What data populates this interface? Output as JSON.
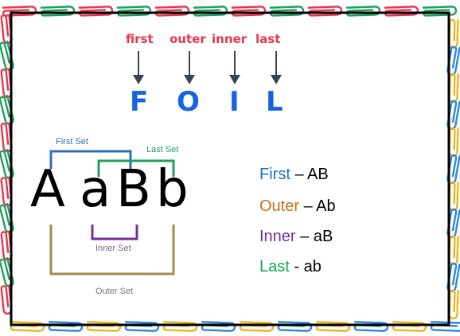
{
  "foil_words": [
    {
      "text": "first"
    },
    {
      "text": "outer"
    },
    {
      "text": "inner"
    },
    {
      "text": "last"
    }
  ],
  "foil_letters": [
    "F",
    "O",
    "I",
    "L"
  ],
  "big_letters": [
    "A",
    "a",
    "B",
    "b"
  ],
  "set_labels": {
    "first": "First Set",
    "last": "Last Set",
    "inner": "Inner Set",
    "outer": "Outer Set"
  },
  "pairs": [
    {
      "name": "First",
      "sep": "–",
      "pair": "AB",
      "color": "#1a73c8"
    },
    {
      "name": "Outer",
      "sep": "–",
      "pair": "Ab",
      "color": "#c8701a"
    },
    {
      "name": "Inner",
      "sep": "–",
      "pair": "aB",
      "color": "#7030a0"
    },
    {
      "name": "Last",
      "sep": "-",
      "pair": "ab",
      "color": "#12a84a"
    }
  ],
  "colors": {
    "foil_word": "#e8374f",
    "foil_letter": "#1664e4",
    "arrow": "#3a4450",
    "first_set": "#2e6fba",
    "last_set": "#1fa060",
    "inner_set": "#7030a0",
    "outer_set": "#a88a4a"
  },
  "decoration": "paper-clip-border"
}
